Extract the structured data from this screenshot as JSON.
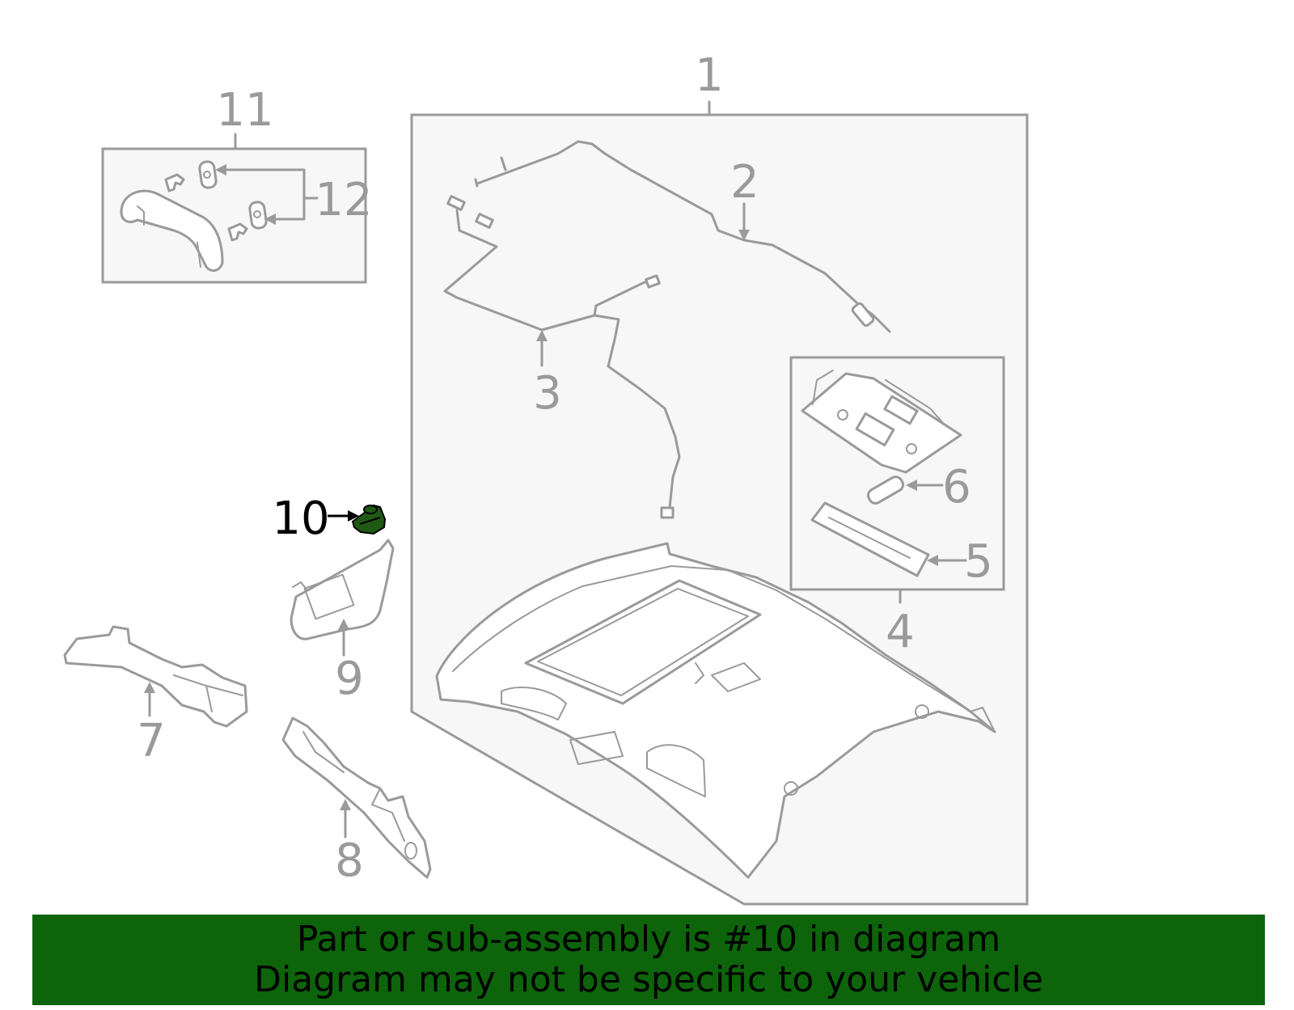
{
  "callouts": {
    "c1": "1",
    "c2": "2",
    "c3": "3",
    "c4": "4",
    "c5": "5",
    "c6": "6",
    "c7": "7",
    "c8": "8",
    "c9": "9",
    "c10": "10",
    "c11": "11",
    "c12": "12"
  },
  "highlighted_part": "10",
  "colors": {
    "line": "#9a9a9a",
    "highlight_part": "#1f5a14",
    "banner_bg": "#0d640a",
    "banner_text": "#000000"
  },
  "banner": {
    "line1": "Part or sub-assembly is #10 in diagram",
    "line2": "Diagram may not be specific to your vehicle"
  }
}
